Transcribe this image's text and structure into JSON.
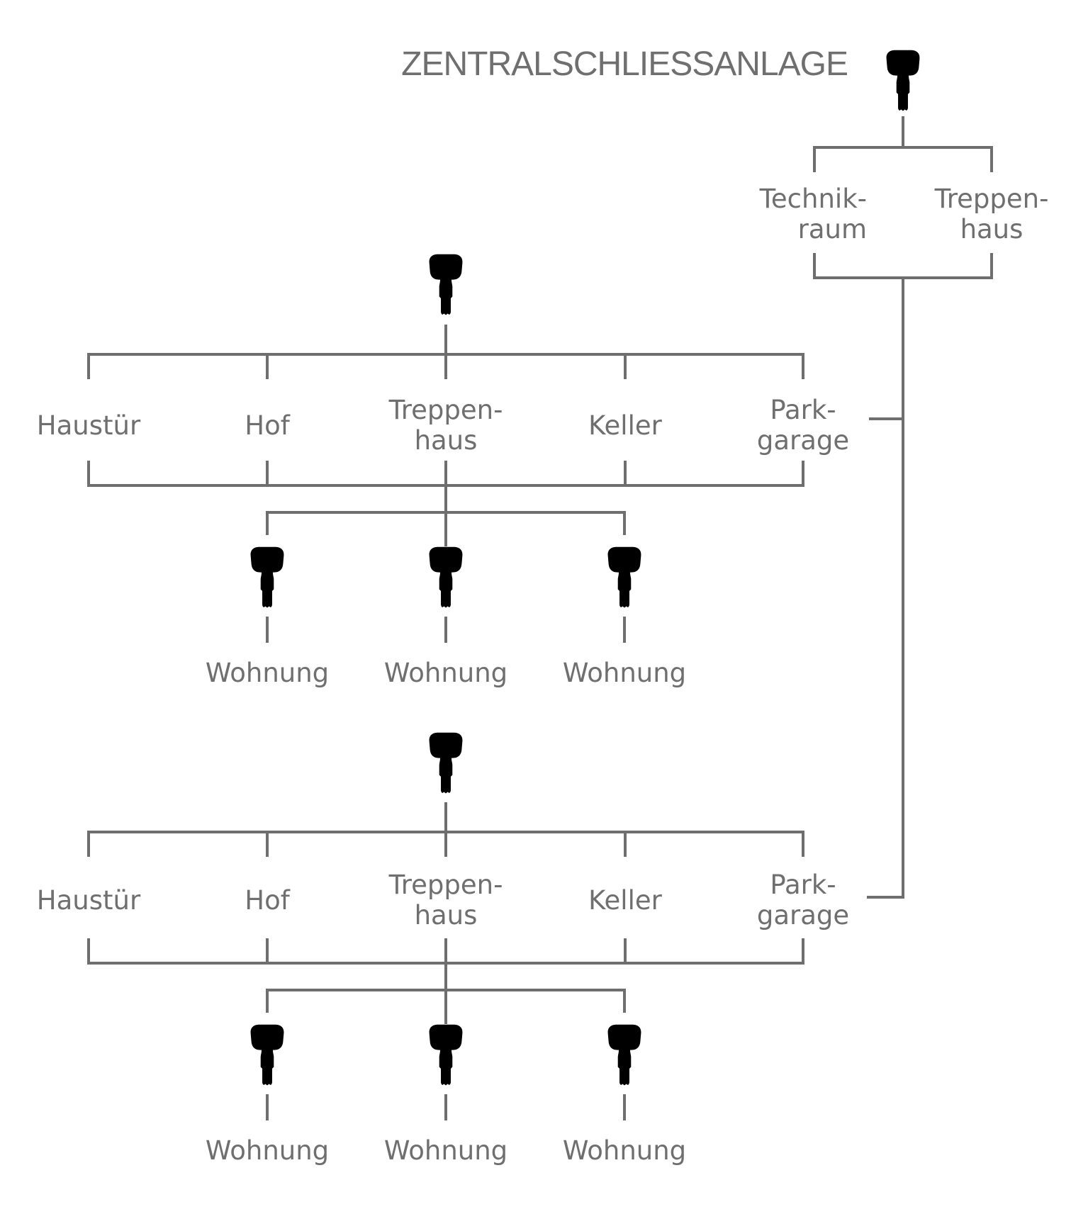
{
  "title": "ZENTRALSCHLIESSANLAGE",
  "colors": {
    "line": "#6e6e6e",
    "text": "#6f6f6f",
    "background": "#ffffff"
  },
  "icons": {
    "key": "key-icon"
  },
  "master": {
    "key_icon": "key-icon",
    "children": [
      {
        "id": "technikraum",
        "lines": [
          "Technik-",
          "raum"
        ]
      },
      {
        "id": "treppenhaus",
        "lines": [
          "Treppen-",
          "haus"
        ]
      }
    ]
  },
  "buildings": [
    {
      "key_icon": "key-icon",
      "children": [
        {
          "id": "haustuer",
          "lines": [
            "Haustür"
          ]
        },
        {
          "id": "hof",
          "lines": [
            "Hof"
          ]
        },
        {
          "id": "treppenhaus",
          "lines": [
            "Treppen-",
            "haus"
          ]
        },
        {
          "id": "keller",
          "lines": [
            "Keller"
          ]
        },
        {
          "id": "parkgarage",
          "lines": [
            "Park-",
            "garage"
          ]
        }
      ],
      "apartments": [
        {
          "key_icon": "key-icon",
          "label": "Wohnung"
        },
        {
          "key_icon": "key-icon",
          "label": "Wohnung"
        },
        {
          "key_icon": "key-icon",
          "label": "Wohnung"
        }
      ]
    },
    {
      "key_icon": "key-icon",
      "children": [
        {
          "id": "haustuer",
          "lines": [
            "Haustür"
          ]
        },
        {
          "id": "hof",
          "lines": [
            "Hof"
          ]
        },
        {
          "id": "treppenhaus",
          "lines": [
            "Treppen-",
            "haus"
          ]
        },
        {
          "id": "keller",
          "lines": [
            "Keller"
          ]
        },
        {
          "id": "parkgarage",
          "lines": [
            "Park-",
            "garage"
          ]
        }
      ],
      "apartments": [
        {
          "key_icon": "key-icon",
          "label": "Wohnung"
        },
        {
          "key_icon": "key-icon",
          "label": "Wohnung"
        },
        {
          "key_icon": "key-icon",
          "label": "Wohnung"
        }
      ]
    }
  ]
}
